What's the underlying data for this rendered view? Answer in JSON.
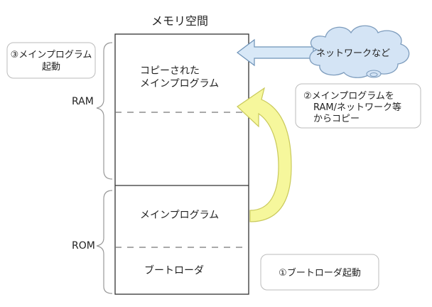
{
  "memory_map": {
    "title": "メモリ空間",
    "ram_label": "RAM",
    "rom_label": "ROM",
    "ram_region": {
      "line1": "コピーされた",
      "line2": "メインプログラム"
    },
    "rom_main": "メインプログラム",
    "rom_boot": "ブートローダ"
  },
  "network": {
    "label": "ネットワークなど"
  },
  "notes": {
    "step1": "①ブートローダ起動",
    "step2": {
      "line1": "②メインプログラムを",
      "line2": "RAM/ネットワーク等",
      "line3": "からコピー"
    },
    "step3": {
      "line1": "③メインプログラム",
      "line2": "起動"
    }
  },
  "colors": {
    "line": "#333333",
    "dash": "#777777",
    "note_border": "#bbbbbb",
    "arrow_blue_fill": "#d8e8f7",
    "arrow_blue_stroke": "#6e93b8",
    "arrow_yellow_fill": "#f6f79c",
    "arrow_yellow_stroke": "#c9c95a",
    "cloud_fill": "#d4e4f5",
    "cloud_stroke": "#7d9cbd"
  }
}
